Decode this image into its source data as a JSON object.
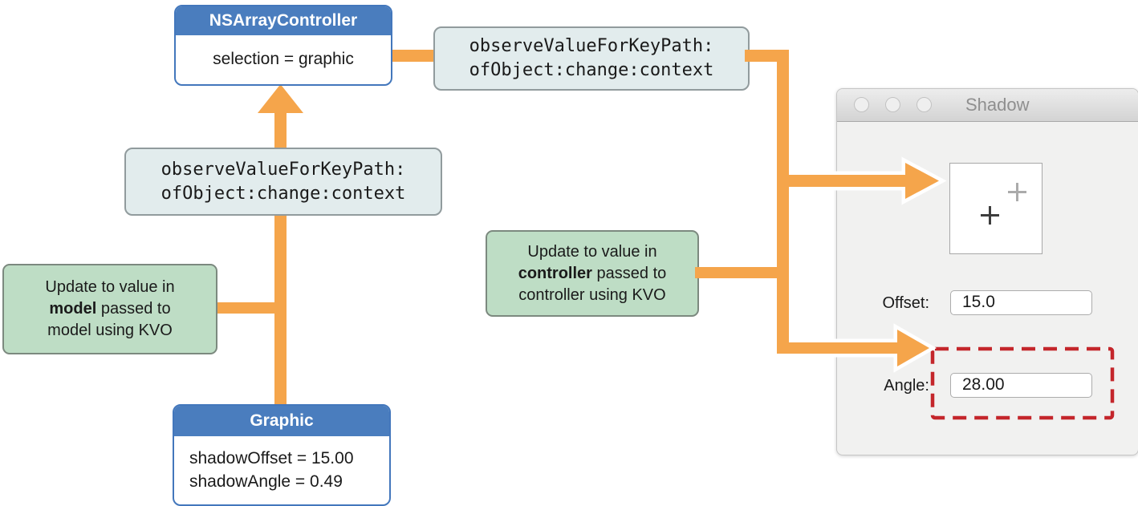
{
  "colors": {
    "arrow_orange": "#F5A54B",
    "class_header_blue": "#4A7DBE",
    "class_border_blue": "#4377BC",
    "kvo_fill": "#E2ECED",
    "note_green": "#BEDDC5",
    "highlight_red_dashed": "#C4262B"
  },
  "nodes": {
    "array_controller": {
      "title": "NSArrayController",
      "body": "selection = graphic"
    },
    "graphic": {
      "title": "Graphic",
      "lines": [
        "shadowOffset = 15.00",
        "shadowAngle = 0.49"
      ]
    },
    "kvo_top": {
      "line1": "observeValueForKeyPath:",
      "line2": "ofObject:change:context"
    },
    "kvo_mid": {
      "line1": "observeValueForKeyPath:",
      "line2": "ofObject:change:context"
    },
    "note_model": {
      "line1": "Update to value in",
      "bold_word": "model",
      "line2_rest": " passed to",
      "line3": "model using KVO"
    },
    "note_controller": {
      "line1": "Update to value in",
      "bold_word": "controller",
      "line2_rest": " passed to",
      "line3": "controller using KVO"
    }
  },
  "window": {
    "title": "Shadow",
    "offset_label": "Offset:",
    "offset_value": "15.0",
    "angle_label": "Angle:",
    "angle_value": "28.00"
  },
  "icons": {
    "traffic_lights": [
      "close-button",
      "minimize-button",
      "zoom-button"
    ],
    "crosshairs": [
      "crosshair-dark-icon",
      "crosshair-gray-icon"
    ],
    "arrows": [
      "up-arrow-to-controller",
      "right-arrow-to-preview",
      "right-arrow-to-angle-field"
    ]
  }
}
